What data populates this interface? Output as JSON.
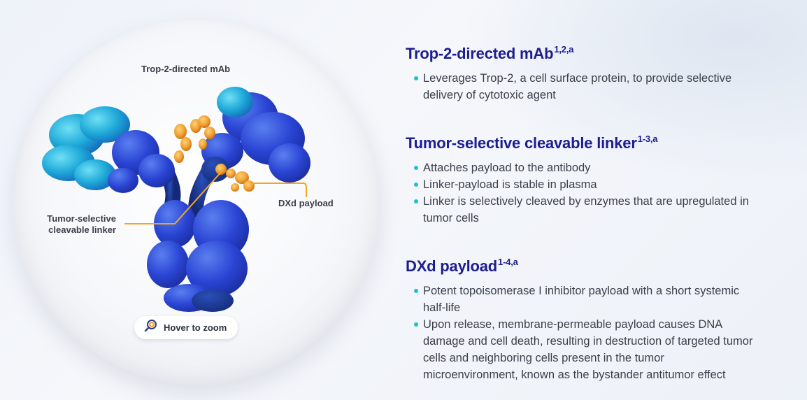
{
  "diagram": {
    "label_mab": "Trop-2-directed mAb",
    "label_dxd": "DXd payload",
    "label_linker_line1": "Tumor-selective",
    "label_linker_line2": "cleavable linker",
    "zoom_label": "Hover to zoom",
    "colors": {
      "arm_cyan": "#2fb6e4",
      "body_blue": "#2a48d6",
      "payload_orange": "#f0a030",
      "leader_line": "#f2a626"
    },
    "icons": [
      "zoom-in-icon"
    ]
  },
  "sections": [
    {
      "title": "Trop-2-directed mAb",
      "sup": "1,2,a",
      "bullets": [
        "Leverages Trop-2, a cell surface protein, to provide selective",
        "delivery of cytotoxic agent"
      ]
    },
    {
      "title": "Tumor-selective cleavable linker",
      "sup": "1-3,a",
      "bullets": [
        "Attaches payload to the antibody",
        "Linker-payload is stable in plasma",
        "Linker is selectively cleaved by enzymes that are upregulated in",
        "tumor cells"
      ]
    },
    {
      "title": "DXd payload",
      "sup": "1-4,a",
      "bullets": [
        "Potent topoisomerase I inhibitor payload with a short systemic",
        "half-life",
        "Upon release, membrane-permeable payload causes DNA",
        "damage and cell death, resulting in destruction of targeted tumor",
        "cells and neighboring cells present in the tumor",
        "microenvironment, known as the bystander antitumor effect"
      ]
    }
  ],
  "accent": {
    "title_color": "#1d1d8f",
    "bullet_color": "#1fc0c9"
  }
}
